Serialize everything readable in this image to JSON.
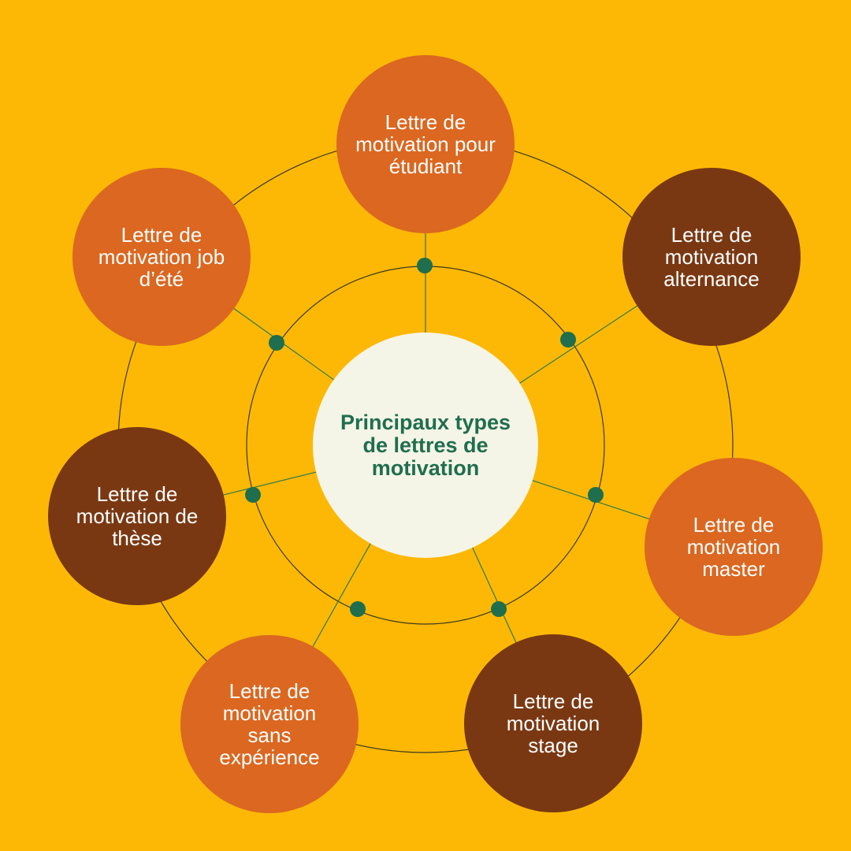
{
  "colors": {
    "background": "#FDB805",
    "orange": "#DB6720",
    "brown": "#7A3812",
    "center_fill": "#F5F5E7",
    "center_text": "#1F6E4E",
    "node_text": "#FFFFFF",
    "dot": "#1F6E4E",
    "ring_line": "#3B3A1E",
    "spoke_line": "#2F7A4A"
  },
  "center": {
    "lines": [
      "Principaux types",
      "de lettres de",
      "motivation"
    ]
  },
  "nodes": [
    {
      "id": "etudiant",
      "lines": [
        "Lettre de",
        "motivation pour",
        "étudiant"
      ],
      "color": "orange"
    },
    {
      "id": "alternance",
      "lines": [
        "Lettre de",
        "motivation",
        "alternance"
      ],
      "color": "brown"
    },
    {
      "id": "master",
      "lines": [
        "Lettre de",
        "motivation",
        "master"
      ],
      "color": "orange"
    },
    {
      "id": "stage",
      "lines": [
        "Lettre de",
        "motivation",
        "stage"
      ],
      "color": "brown"
    },
    {
      "id": "sans-experience",
      "lines": [
        "Lettre de",
        "motivation",
        "sans",
        "expérience"
      ],
      "color": "orange"
    },
    {
      "id": "these",
      "lines": [
        "Lettre de",
        "motivation de",
        "thèse"
      ],
      "color": "brown"
    },
    {
      "id": "job-ete",
      "lines": [
        "Lettre de",
        "motivation job",
        "d’été"
      ],
      "color": "orange"
    }
  ]
}
